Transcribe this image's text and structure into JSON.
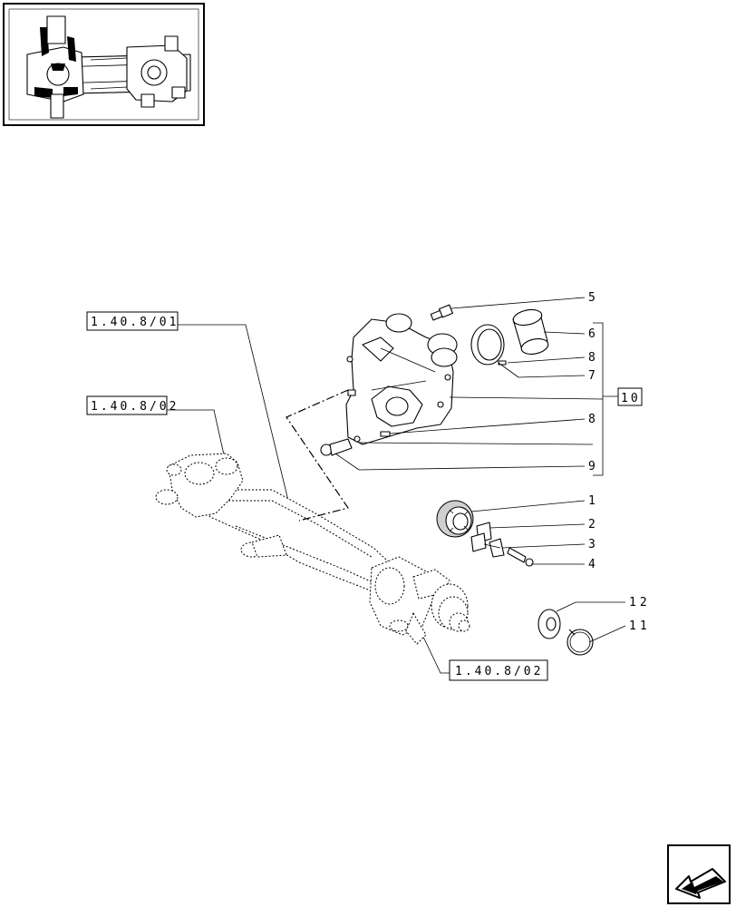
{
  "references": {
    "upper_link": "1.40.8/01",
    "left_link": "1.40.8/02",
    "lower_link": "1.40.8/02",
    "group": "10"
  },
  "callouts": {
    "c5": "5",
    "c6": "6",
    "c8a": "8",
    "c7": "7",
    "c8b": "8",
    "c9": "9",
    "c1": "1",
    "c2": "2",
    "c3": "3",
    "c4": "4",
    "c12": "12",
    "c11": "11"
  },
  "icons": {
    "thumbnail": "axle-assembly-thumbnail-icon",
    "navigation": "previous-page-arrow-icon"
  }
}
